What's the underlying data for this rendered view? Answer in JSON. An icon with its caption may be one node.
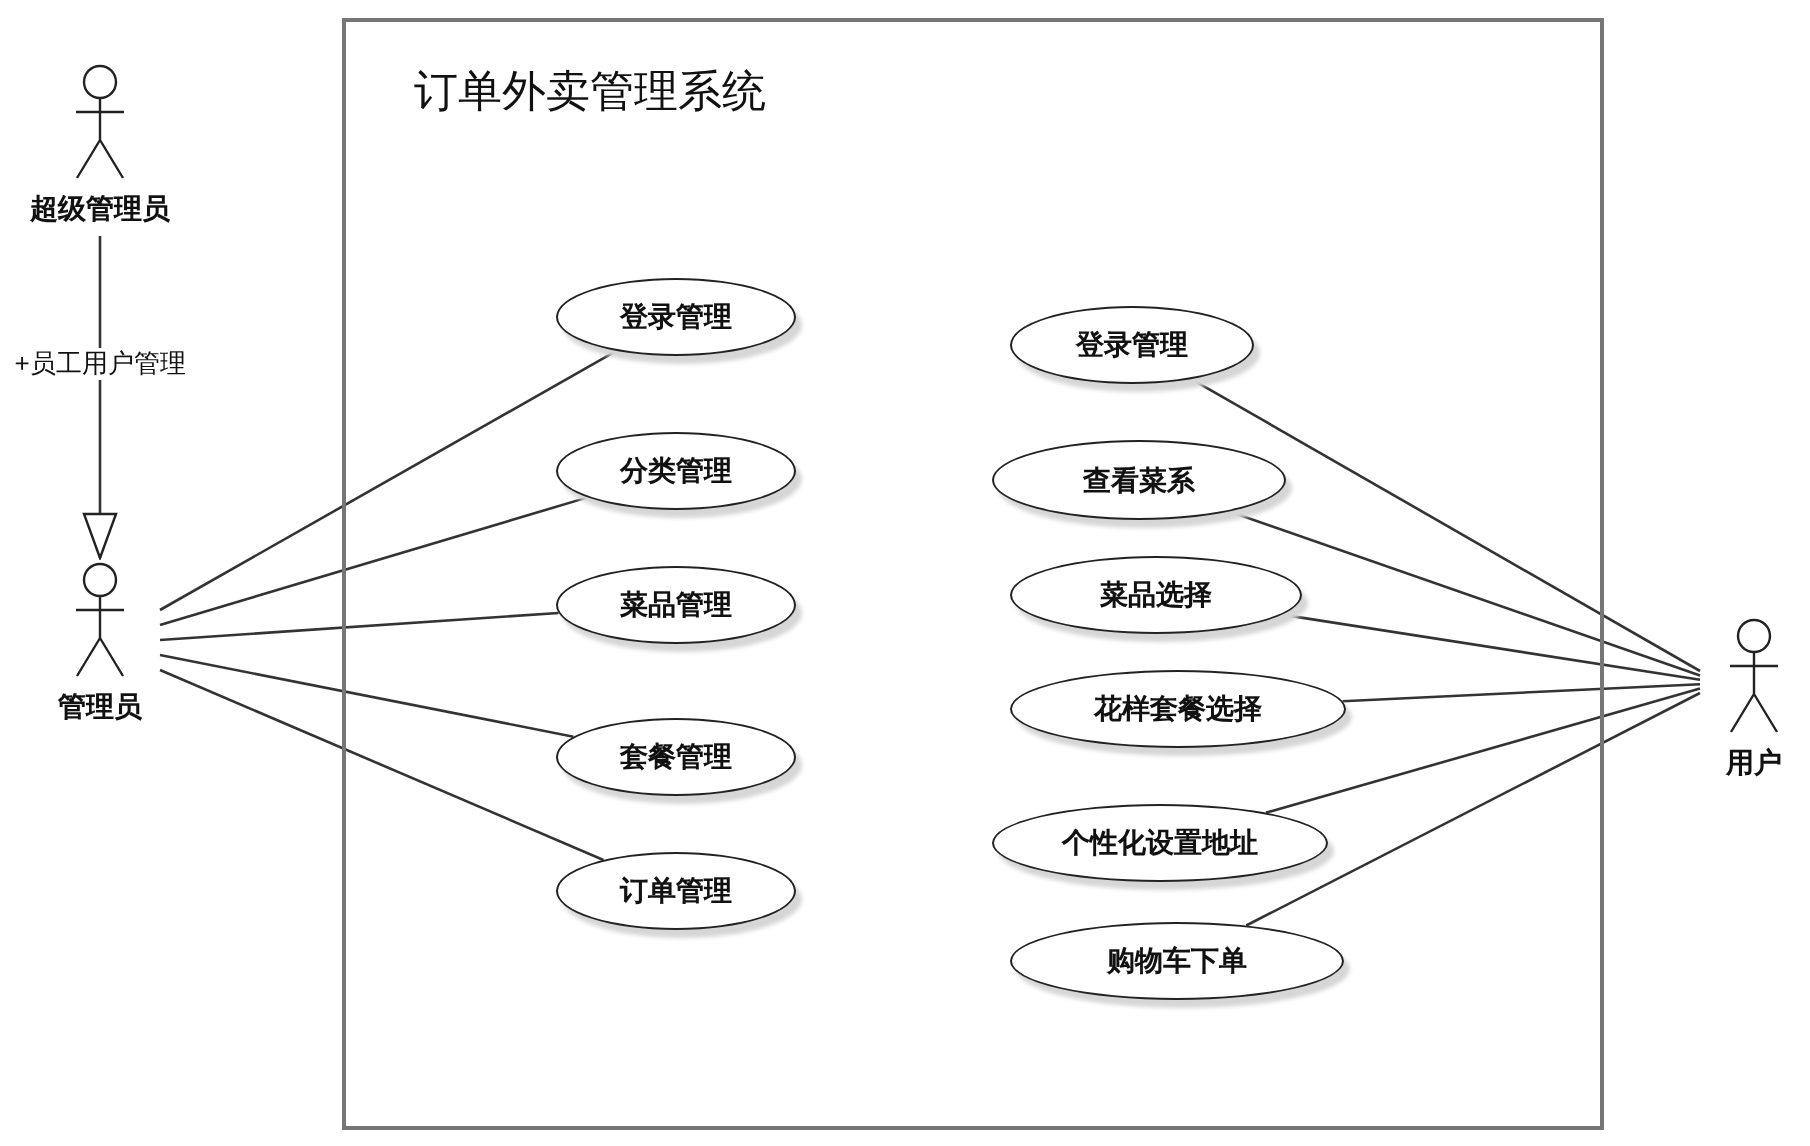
{
  "diagram": {
    "nodes": [
      {
        "text": [
          "订单外卖管理系统"
        ]
      },
      {
        "text": [
          "超级管理员"
        ]
      },
      {
        "text": [
          "管理员"
        ]
      },
      {
        "text": [
          "登录管理"
        ],
        "in": 0
      },
      {
        "text": [
          "分类管理"
        ],
        "in": 0
      },
      {
        "text": [
          "菜品管理"
        ],
        "in": 0
      },
      {
        "text": [
          "套餐管理"
        ],
        "in": 0
      },
      {
        "text": [
          "订单管理"
        ],
        "in": 0
      },
      {
        "text": [
          "登录管理"
        ],
        "in": 0
      },
      {
        "text": [
          "查看菜系"
        ],
        "in": 0
      },
      {
        "text": [
          "菜品选择"
        ],
        "in": 0
      },
      {
        "text": [
          "花样套餐选择"
        ],
        "in": 0
      },
      {
        "text": [
          "个性化设置地址"
        ],
        "in": 0
      },
      {
        "text": [
          "购物车下单"
        ],
        "in": 0
      },
      {
        "text": [
          "用户"
        ]
      }
    ],
    "edges": [
      {
        "from": 1,
        "to": 2,
        "arrow": "to",
        "label": "+员工用户管理"
      },
      {
        "from": 2,
        "to": 3,
        "arrow": "none"
      },
      {
        "from": 2,
        "to": 4,
        "arrow": "none"
      },
      {
        "from": 2,
        "to": 5,
        "arrow": "none"
      },
      {
        "from": 2,
        "to": 6,
        "arrow": "none"
      },
      {
        "from": 2,
        "to": 7,
        "arrow": "none"
      },
      {
        "from": 14,
        "to": 8,
        "arrow": "none"
      },
      {
        "from": 14,
        "to": 9,
        "arrow": "none"
      },
      {
        "from": 14,
        "to": 10,
        "arrow": "none"
      },
      {
        "from": 14,
        "to": 11,
        "arrow": "none"
      },
      {
        "from": 14,
        "to": 12,
        "arrow": "none"
      },
      {
        "from": 14,
        "to": 13,
        "arrow": "none"
      }
    ]
  }
}
